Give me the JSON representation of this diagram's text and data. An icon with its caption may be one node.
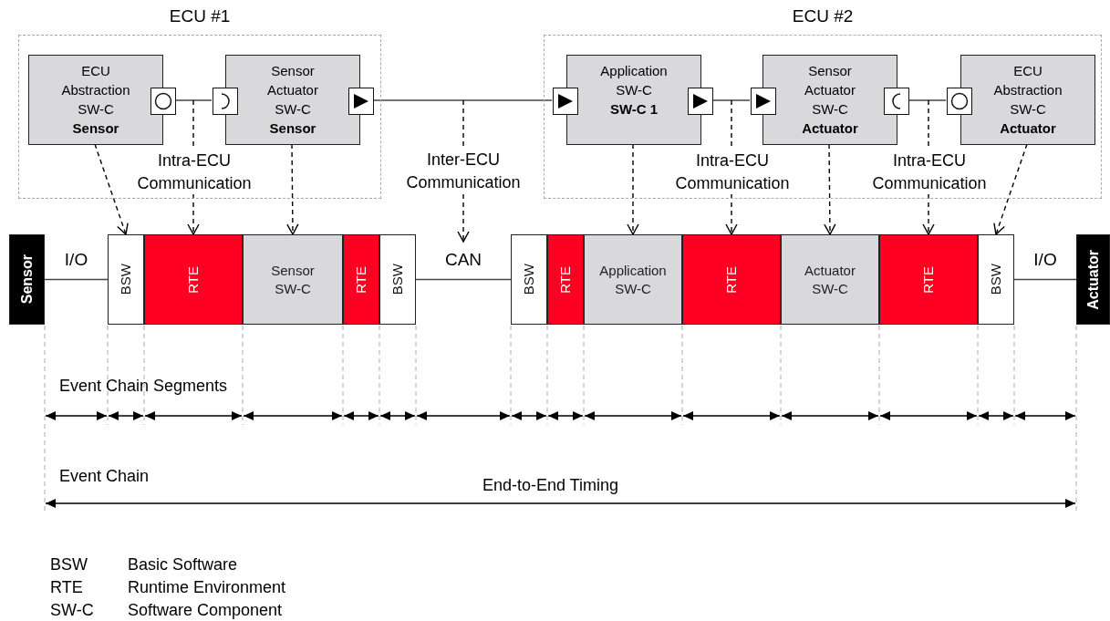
{
  "diagram": {
    "nodes": [
      {
        "text": [
          "ECU #1"
        ]
      },
      {
        "text": [
          "ECU Abstraction SW-C",
          "Sensor"
        ],
        "in": 0
      },
      {
        "text": [],
        "shape": "box",
        "in": 0
      },
      {
        "text": [],
        "shape": "box",
        "in": 0
      },
      {
        "text": [
          "Sensor Actuator SW-C",
          "Sensor"
        ],
        "in": 0
      },
      {
        "text": [],
        "shape": "box",
        "in": 0
      },
      {
        "text": [
          "Intra-ECU Communication"
        ],
        "in": 0
      },
      {
        "text": [
          "ECU #2"
        ]
      },
      {
        "text": [],
        "shape": "box",
        "in": 7
      },
      {
        "text": [
          "Application SW-C",
          "SW-C 1"
        ],
        "in": 7
      },
      {
        "text": [],
        "shape": "box",
        "in": 7
      },
      {
        "text": [],
        "shape": "box",
        "in": 7
      },
      {
        "text": [
          "Sensor Actuator SW-C",
          "Actuator"
        ],
        "in": 7
      },
      {
        "text": [],
        "shape": "box",
        "in": 7
      },
      {
        "text": [],
        "shape": "box",
        "in": 7
      },
      {
        "text": [
          "ECU Abstraction SW-C",
          "Actuator"
        ],
        "in": 7
      },
      {
        "text": [
          "Intra-ECU Communication"
        ],
        "in": 7
      },
      {
        "text": [
          "Intra-ECU Communication"
        ],
        "in": 7
      },
      {
        "text": [
          "Inter-ECU Communication"
        ]
      },
      {
        "text": [
          "Sensor"
        ]
      },
      {
        "text": [
          "BSW"
        ]
      },
      {
        "text": [
          "RTE"
        ]
      },
      {
        "text": [
          "Sensor SW-C"
        ]
      },
      {
        "text": [
          "RTE"
        ]
      },
      {
        "text": [
          "BSW"
        ]
      },
      {
        "text": [
          "BSW"
        ]
      },
      {
        "text": [
          "RTE"
        ]
      },
      {
        "text": [
          "Application SW-C"
        ]
      },
      {
        "text": [
          "RTE"
        ]
      },
      {
        "text": [
          "Actuator SW-C"
        ]
      },
      {
        "text": [
          "RTE"
        ]
      },
      {
        "text": [
          "BSW"
        ]
      },
      {
        "text": [
          "Actuator"
        ]
      }
    ],
    "edges": [
      {
        "from": 2,
        "to": 3,
        "arrow": "none"
      },
      {
        "from": 5,
        "to": 8,
        "arrow": "none"
      },
      {
        "from": 10,
        "to": 11,
        "arrow": "none"
      },
      {
        "from": 13,
        "to": 14,
        "arrow": "none"
      },
      {
        "from": 1,
        "to": 20,
        "arrow": "to",
        "style": "dashed"
      },
      {
        "from": null,
        "to": 6,
        "arrow": "none",
        "style": "dashed"
      },
      {
        "from": 6,
        "to": 21,
        "arrow": "to",
        "style": "dashed"
      },
      {
        "from": 4,
        "to": 22,
        "arrow": "to",
        "style": "dashed"
      },
      {
        "from": null,
        "to": 18,
        "arrow": "none",
        "style": "dashed"
      },
      {
        "from": 18,
        "to": null,
        "arrow": "to",
        "style": "dashed"
      },
      {
        "from": 9,
        "to": 27,
        "arrow": "to",
        "style": "dashed"
      },
      {
        "from": null,
        "to": 16,
        "arrow": "none",
        "style": "dashed"
      },
      {
        "from": 16,
        "to": 28,
        "arrow": "to",
        "style": "dashed"
      },
      {
        "from": 12,
        "to": 29,
        "arrow": "to",
        "style": "dashed"
      },
      {
        "from": null,
        "to": 17,
        "arrow": "none",
        "style": "dashed"
      },
      {
        "from": 17,
        "to": 30,
        "arrow": "to",
        "style": "dashed"
      },
      {
        "from": 15,
        "to": 31,
        "arrow": "to",
        "style": "dashed"
      },
      {
        "from": 19,
        "to": 20,
        "arrow": "none",
        "label": "I/O"
      },
      {
        "from": 24,
        "to": 25,
        "arrow": "none",
        "label": "CAN"
      },
      {
        "from": 31,
        "to": 32,
        "arrow": "none",
        "label": "I/O"
      }
    ],
    "labels": [
      "Event Chain Segments",
      "Event Chain",
      "End-to-End Timing",
      "BSW",
      "Basic Software",
      "RTE",
      "Runtime Environment",
      "SW-C",
      "Software Component"
    ]
  }
}
